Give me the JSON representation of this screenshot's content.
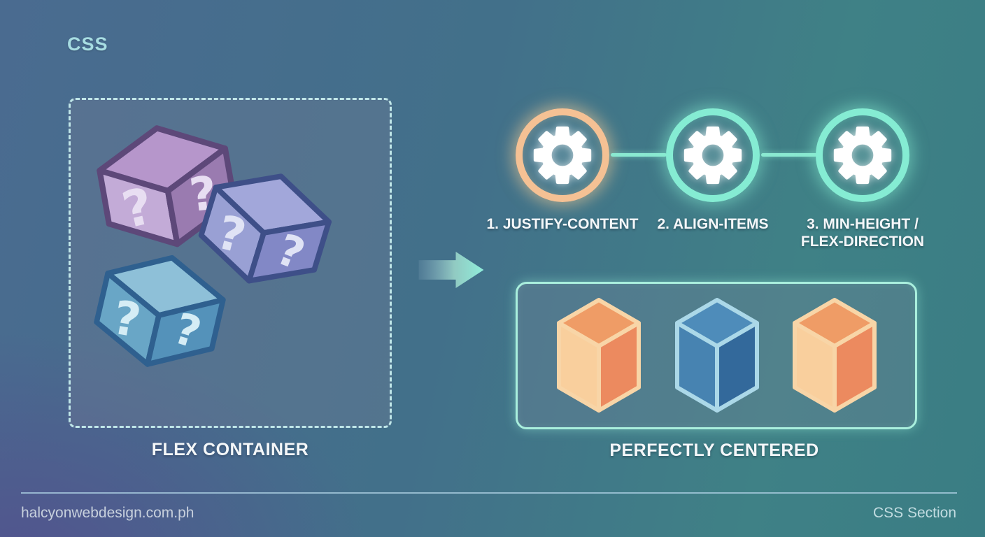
{
  "header": {
    "title": "CSS"
  },
  "diagram": {
    "flex_container": {
      "label": "FLEX CONTAINER",
      "question_mark": "?",
      "cubes": [
        {
          "name": "purple-question-cube"
        },
        {
          "name": "periwinkle-question-cube"
        },
        {
          "name": "teal-question-cube"
        }
      ]
    },
    "arrow": {
      "direction": "right"
    },
    "steps": [
      {
        "label": "1. JUSTIFY-CONTENT",
        "icon": "gear",
        "ring_color": "#f5c194"
      },
      {
        "label": "2. ALIGN-ITEMS",
        "icon": "gear",
        "ring_color": "#85ecd3"
      },
      {
        "label": "3. MIN-HEIGHT /\nFLEX-DIRECTION",
        "icon": "gear",
        "ring_color": "#85ecd3"
      }
    ],
    "result_box": {
      "label": "PERFECTLY CENTERED",
      "cubes": [
        {
          "name": "orange-cube"
        },
        {
          "name": "blue-cube"
        },
        {
          "name": "orange-cube"
        }
      ]
    }
  },
  "footer": {
    "site": "halcyonwebdesign.com.ph",
    "section": "CSS Section"
  },
  "colors": {
    "background_top_left": "#4a6b90",
    "background_right": "#3f8186",
    "background_bottom_left": "#4e5282",
    "accent_orange": "#f5c194",
    "accent_mint": "#85ecd3",
    "text_light": "#f4f7f9",
    "title_cyan": "#a7dde2",
    "cube_purple": {
      "top": "#b696cb",
      "left": "#c3abd7",
      "right": "#9a7bb0",
      "stroke": "#5d4879",
      "qmark": "#e8def2"
    },
    "cube_periwinkle": {
      "top": "#a2a7da",
      "left": "#99a0d4",
      "right": "#8288c6",
      "stroke": "#3e4f88",
      "qmark": "#e0e3f5"
    },
    "cube_teal": {
      "top": "#8ec0d8",
      "left": "#69a6c6",
      "right": "#5492ba",
      "stroke": "#2f608f",
      "qmark": "#d5edf5"
    },
    "cube_orange": {
      "top": "#ef9c66",
      "left": "#f9cf9d",
      "right": "#ec8a5f",
      "stroke": "#f8d5a7"
    },
    "cube_blue": {
      "top": "#4e8cba",
      "left": "#4783b1",
      "right": "#33699b",
      "stroke": "#abd8e8"
    },
    "arrow_start": "rgba(150,185,205,0.15)",
    "arrow_end": "#8feedb"
  }
}
